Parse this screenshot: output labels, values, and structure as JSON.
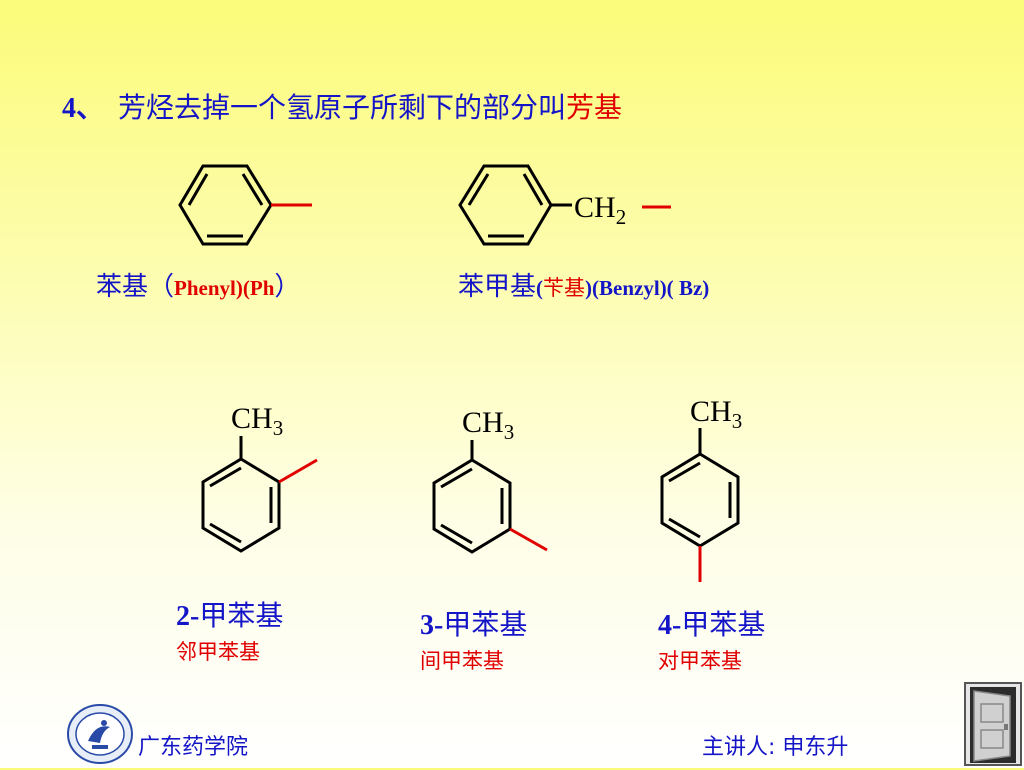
{
  "title": {
    "number": "4、",
    "text": "芳烃去掉一个氢原子所剩下的部分叫",
    "highlight": "芳基"
  },
  "phenyl": {
    "label_cn": "苯基",
    "open": "（",
    "name_en": "Phenyl",
    "mid": ")(",
    "abbr": "Ph",
    "close": "）"
  },
  "benzyl": {
    "label_cn": "苯甲基",
    "p1": "(",
    "alt_cn": "苄基",
    "p2": ")(",
    "name_en": "Benzyl",
    "p3": ")( ",
    "abbr": "Bz",
    "p4": ")",
    "group": "CH",
    "group_sub": "2"
  },
  "methyl": {
    "text": "CH",
    "sub": "3"
  },
  "isomers": [
    {
      "num": "2-",
      "name": "甲苯基",
      "common": "邻甲苯基"
    },
    {
      "num": "3-",
      "name": "甲苯基",
      "common": "间甲苯基"
    },
    {
      "num": "4-",
      "name": "甲苯基",
      "common": "对甲苯基"
    }
  ],
  "footer": {
    "school": "广东药学院",
    "lecturer": "主讲人: 申东升"
  },
  "colors": {
    "heading": "#1515c8",
    "emphasis": "#e00000",
    "bond": "#000000",
    "free_bond": "#e00000"
  },
  "icons": {
    "logo": "university-seal-icon",
    "exit": "door-exit-icon"
  }
}
